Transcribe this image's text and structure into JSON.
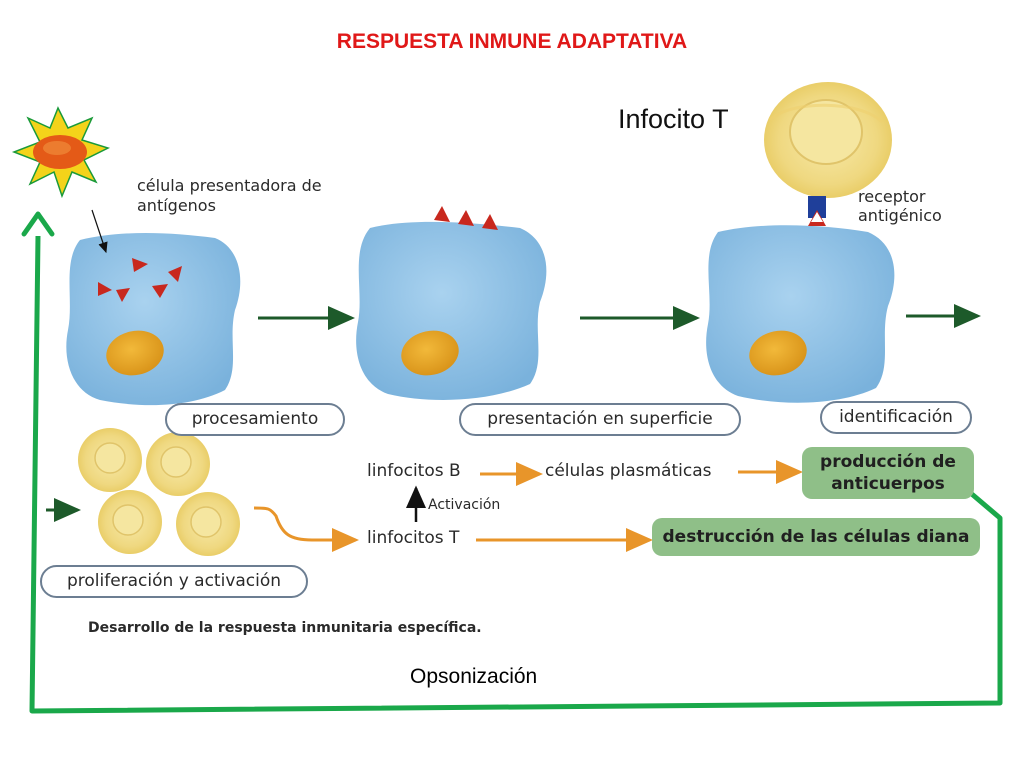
{
  "title": "RESPUESTA INMUNE ADAPTATIVA",
  "labels": {
    "apc": "célula presentadora de antígenos",
    "lymphocyte_t_title": "Infocito T",
    "receptor": "receptor antigénico",
    "lymph_b": "linfocitos B",
    "plasma": "células plasmáticas",
    "activation": "Activación",
    "lymph_t": "linfocitos T",
    "caption": "Desarrollo de la respuesta inmunitaria específica.",
    "opsonization": "Opsonización"
  },
  "stages": {
    "processing": "procesamiento",
    "presentation": "presentación en superficie",
    "identification": "identificación",
    "proliferation": "proliferación y activación"
  },
  "outcomes": {
    "antibodies": "producción de anticuerpos",
    "destruction": "destrucción de las células diana"
  },
  "colors": {
    "title": "#e01818",
    "cell": "#8fc3e8",
    "nucleus": "#e6a826",
    "antigen": "#c8281e",
    "green_arrow": "#1aa84a",
    "orange_arrow": "#e8952a",
    "lymphocyte": "#f2df8a"
  }
}
